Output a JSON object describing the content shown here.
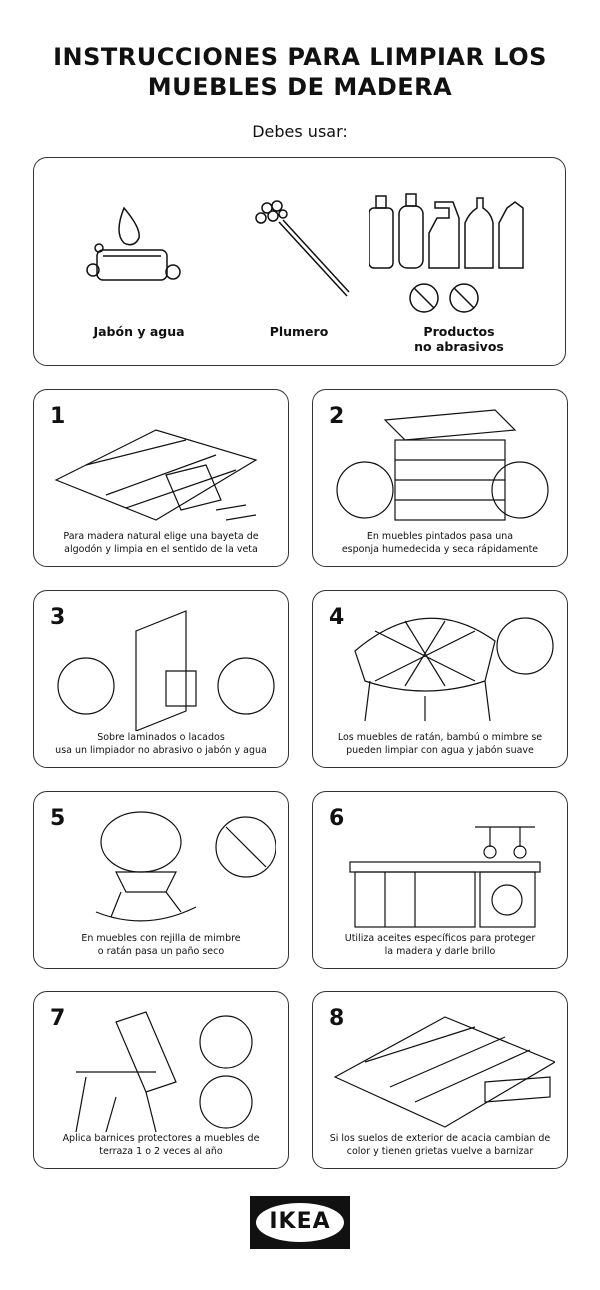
{
  "title_line1": "INSTRUCCIONES PARA LIMPIAR LOS",
  "title_line2": "MUEBLES DE MADERA",
  "subtitle": "Debes usar:",
  "tools": [
    {
      "label": "Jabón y agua",
      "icon": "soap-water-icon"
    },
    {
      "label": "Plumero",
      "icon": "feather-duster-icon"
    },
    {
      "label_line1": "Productos",
      "label_line2": "no abrasivos",
      "icon": "cleaning-bottles-icon"
    }
  ],
  "steps": [
    {
      "number": "1",
      "line1": "Para madera natural elige una bayeta de",
      "line2": "algodón y limpia en el sentido de la veta"
    },
    {
      "number": "2",
      "line1": "En muebles pintados pasa una",
      "line2": "esponja humedecida y seca rápidamente"
    },
    {
      "number": "3",
      "line1": "Sobre laminados o lacados",
      "line2": "usa un limpiador no abrasivo o jabón y agua"
    },
    {
      "number": "4",
      "line1": "Los muebles de ratán, bambú o mimbre se",
      "line2": "pueden limpiar con agua y jabón suave"
    },
    {
      "number": "5",
      "line1": "En muebles con rejilla de mimbre",
      "line2": "o ratán pasa un paño seco"
    },
    {
      "number": "6",
      "line1": "Utiliza aceites específicos para proteger",
      "line2": "la madera y darle brillo"
    },
    {
      "number": "7",
      "line1": "Aplica barnices protectores a muebles de",
      "line2": "terraza 1 o 2 veces al año"
    },
    {
      "number": "8",
      "line1": "Si los suelos de exterior de acacia cambian de",
      "line2": "color y tienen grietas vuelve a barnizar"
    }
  ],
  "logo": "IKEA"
}
